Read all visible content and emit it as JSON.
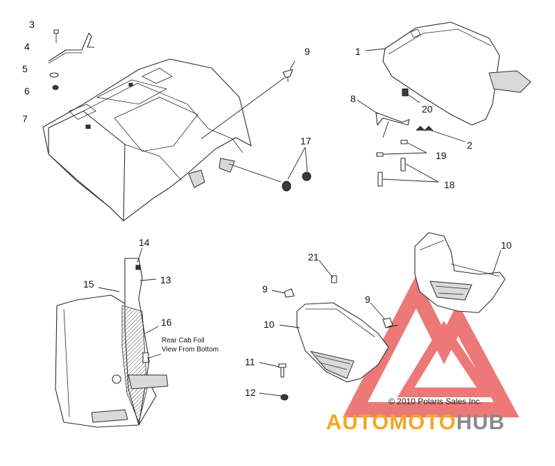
{
  "diagram": {
    "callouts": [
      {
        "id": "c3",
        "label": "3"
      },
      {
        "id": "c4",
        "label": "4"
      },
      {
        "id": "c5",
        "label": "5"
      },
      {
        "id": "c6",
        "label": "6"
      },
      {
        "id": "c7",
        "label": "7"
      },
      {
        "id": "c9a",
        "label": "9"
      },
      {
        "id": "c17",
        "label": "17"
      },
      {
        "id": "c1",
        "label": "1"
      },
      {
        "id": "c20",
        "label": "20"
      },
      {
        "id": "c8",
        "label": "8"
      },
      {
        "id": "c2",
        "label": "2"
      },
      {
        "id": "c19",
        "label": "19"
      },
      {
        "id": "c18",
        "label": "18"
      },
      {
        "id": "c14",
        "label": "14"
      },
      {
        "id": "c13",
        "label": "13"
      },
      {
        "id": "c15",
        "label": "15"
      },
      {
        "id": "c16",
        "label": "16"
      },
      {
        "id": "c21",
        "label": "21"
      },
      {
        "id": "c10a",
        "label": "10"
      },
      {
        "id": "c9b",
        "label": "9"
      },
      {
        "id": "c9c",
        "label": "9"
      },
      {
        "id": "c10b",
        "label": "10"
      },
      {
        "id": "c11",
        "label": "11"
      },
      {
        "id": "c12",
        "label": "12"
      }
    ],
    "note_line1": "Rear Cab Foil",
    "note_line2": "View From Bottom",
    "copyright": "© 2010 Polaris Sales Inc.",
    "watermark": {
      "part1": "AUTOMOTO",
      "part2": "HUB",
      "color1": "#f5a623",
      "color2": "#8a8a8a",
      "logo_color": "#e84c4c"
    }
  }
}
